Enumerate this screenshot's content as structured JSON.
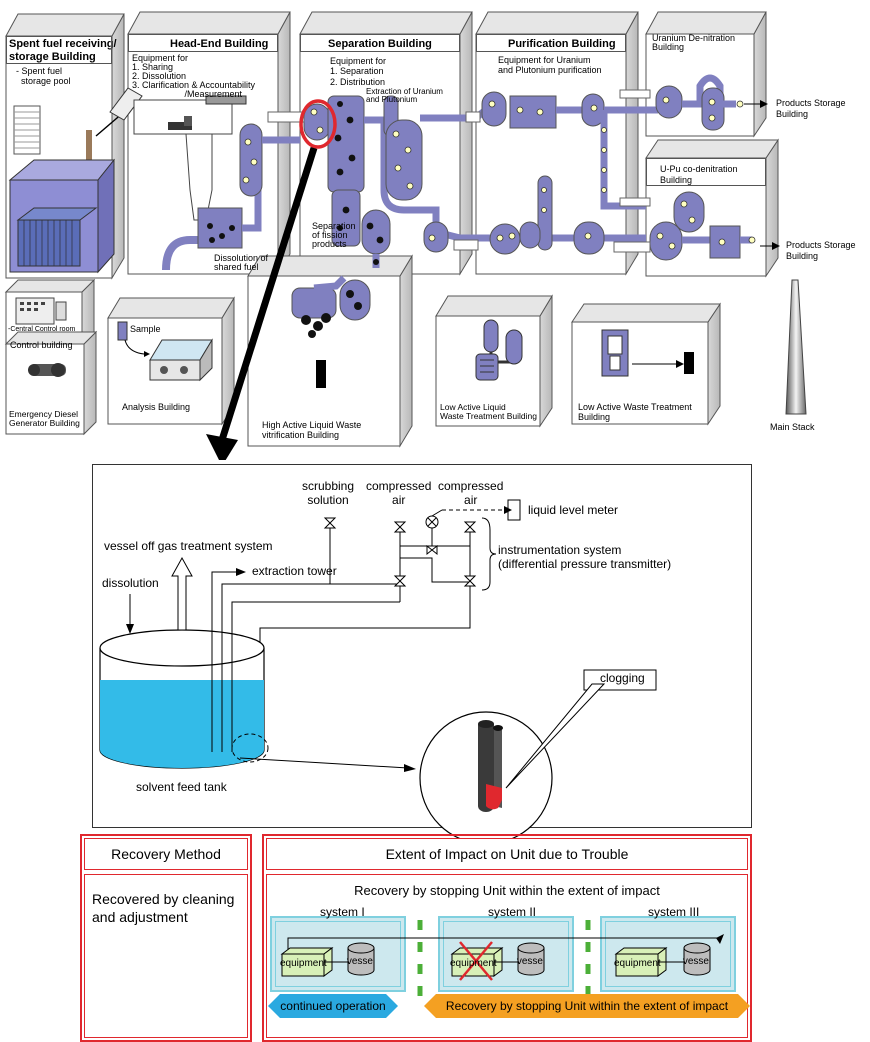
{
  "buildings": {
    "spent_fuel": {
      "title": "Spent fuel receiving/\nstorage Building",
      "sub": "- Spent fuel\n  storage pool"
    },
    "head_end": {
      "title": "Head-End Building",
      "sub": "Equipment for\n1. Sharing\n2. Dissolution\n3. Clarification & Accountability\n                     /Measurement",
      "dissolution": "Dissolution of\nshared fuel"
    },
    "separation": {
      "title": "Separation Building",
      "sub": "Equipment for\n1. Separation\n2. Distribution",
      "extraction": "Extraction of Uranium\nand Plutonium",
      "fission": "Separation\nof fission\nproducts"
    },
    "purification": {
      "title": "Purification Building",
      "sub": "Equipment for Uranium\nand Plutonium purification"
    },
    "u_denitration": {
      "title": "Uranium De-nitration\nBuilding"
    },
    "upu_denitration": {
      "title": "U-Pu co-denitration\nBuilding"
    },
    "products_storage_1": "Products Storage\nBuilding",
    "products_storage_2": "Products Storage\nBuilding",
    "control": {
      "title": "Control building",
      "sub": "-Central Control room"
    },
    "emergency": {
      "title": "Emergency Diesel\nGenerator Building"
    },
    "analysis": {
      "title": "Analysis Building",
      "sample": "Sample"
    },
    "hal_vitrification": {
      "title": "High Active Liquid Waste\nvitrification Building"
    },
    "lal_treatment": {
      "title": "Low Active Liquid\nWaste Treatment Building"
    },
    "law_treatment": {
      "title": "Low Active Waste Treatment\nBuilding"
    },
    "main_stack": "Main Stack"
  },
  "detail": {
    "scrubbing": "scrubbing\nsolution",
    "compressed1": "compressed\nair",
    "compressed2": "compressed\nair",
    "level_meter": "liquid level meter",
    "instrumentation": "instrumentation system\n(differential pressure transmitter)",
    "vessel_off_gas": "vessel off gas treatment system",
    "extraction_tower": "extraction tower",
    "dissolution": "dissolution",
    "tank": "solvent feed tank",
    "clogging": "clogging"
  },
  "recovery": {
    "method_title": "Recovery Method",
    "method_body": "Recovered by cleaning\nand adjustment",
    "impact_title": "Extent of Impact on Unit due to Trouble",
    "impact_sub": "Recovery by stopping Unit within the extent of impact",
    "systems": [
      {
        "name": "system I",
        "equipment": "equipment",
        "vessel": "vessel"
      },
      {
        "name": "system II",
        "equipment": "equipment",
        "vessel": "vessel"
      },
      {
        "name": "system III",
        "equipment": "equipment",
        "vessel": "vessel"
      }
    ],
    "continued": "continued operation",
    "stop": "Recovery by stopping Unit within the extent of impact"
  },
  "colors": {
    "process": "#8080c0",
    "water": "#33bbe8",
    "red": "#e0282e",
    "cyan": "#2aa9e0",
    "orange": "#f4a022",
    "green": "#4caf38"
  }
}
